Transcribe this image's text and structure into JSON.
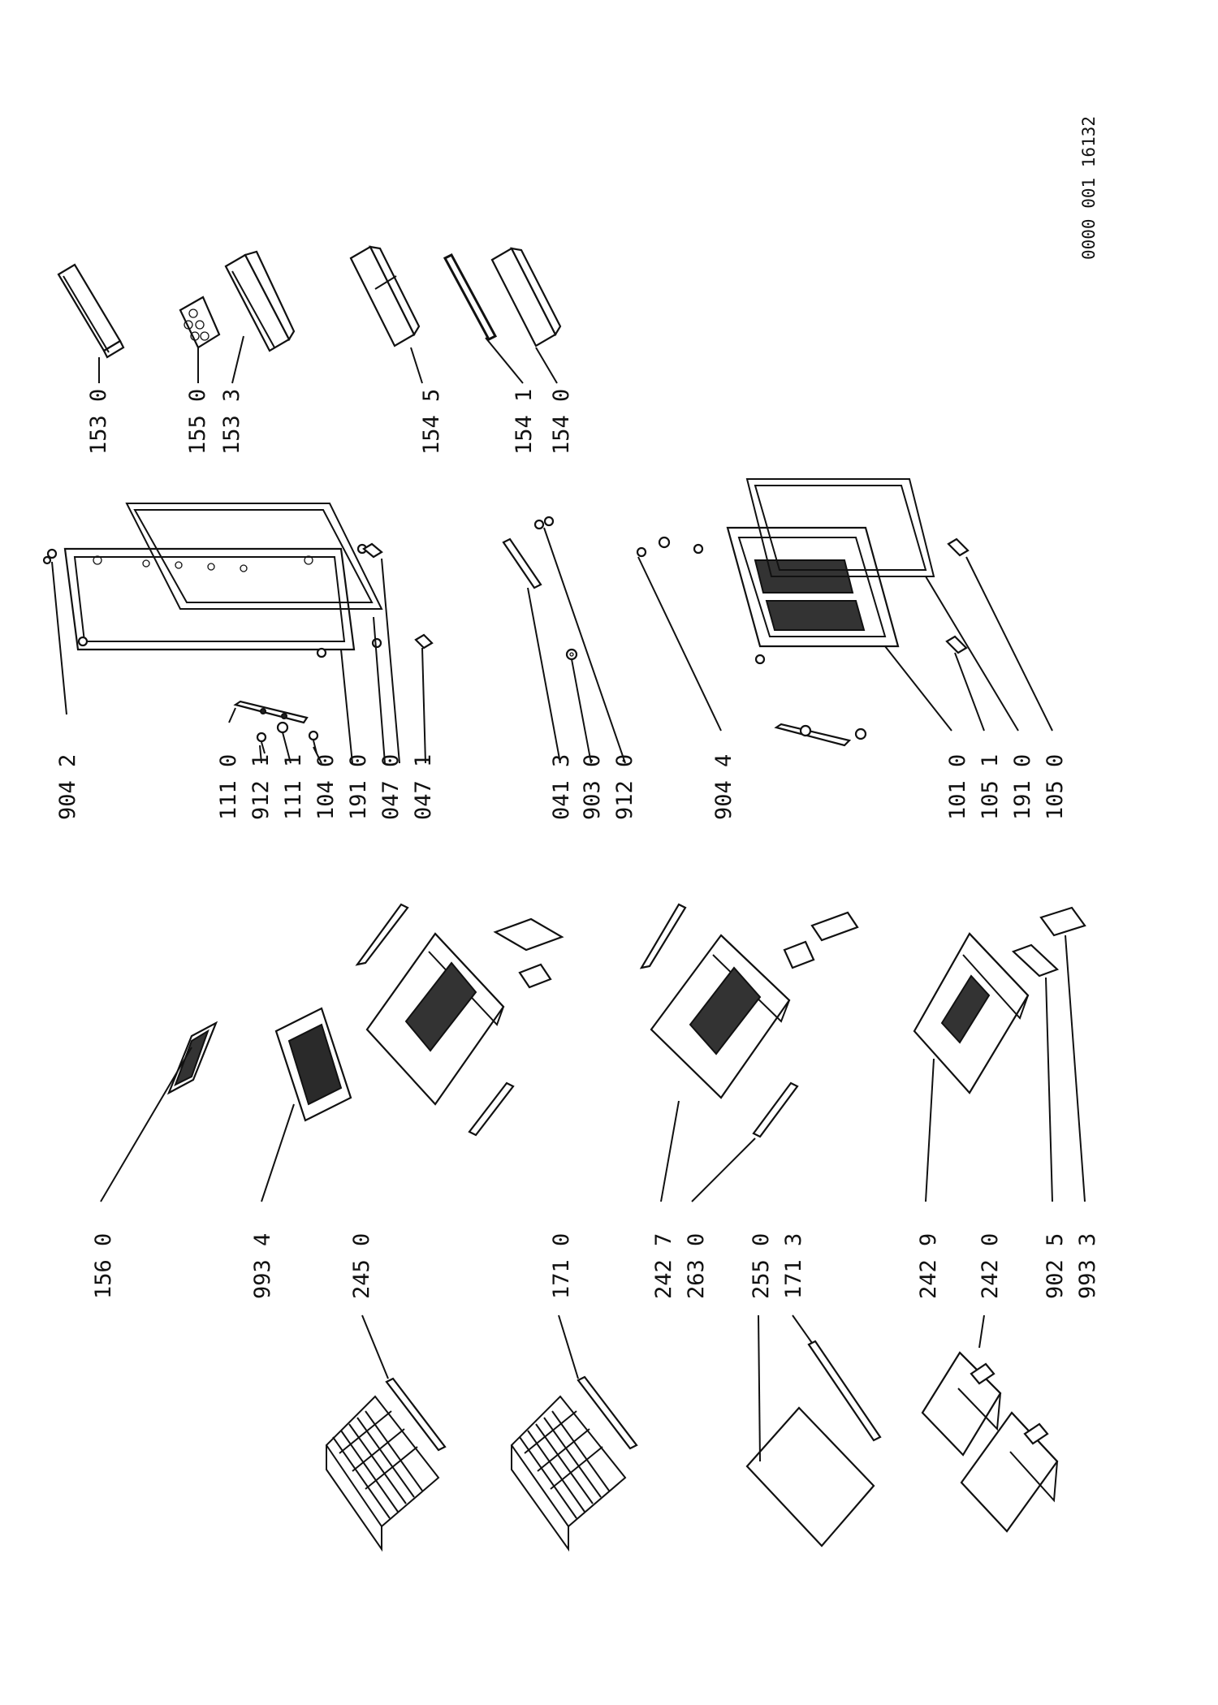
{
  "document": {
    "code": "0000 001 16132"
  },
  "labels": {
    "p1530": "153 0",
    "p1550": "155 0",
    "p1533": "153 3",
    "p1545": "154 5",
    "p1541": "154 1",
    "p1540": "154 0",
    "p9042": "904 2",
    "p1110": "111 0",
    "p9121": "912 1",
    "p1111": "111 1",
    "p1040": "104 0",
    "p1910a": "191 0",
    "p0470": "047 0",
    "p0471": "047 1",
    "p0413": "041 3",
    "p9030": "903 0",
    "p9120": "912 0",
    "p9044": "904 4",
    "p1010": "101 0",
    "p1051": "105 1",
    "p1910b": "191 0",
    "p1050": "105 0",
    "p1560": "156 0",
    "p9934": "993 4",
    "p2450": "245 0",
    "p1710": "171 0",
    "p2427": "242 7",
    "p2630": "263 0",
    "p2550": "255 0",
    "p1713": "171 3",
    "p2429": "242 9",
    "p2420": "242 0",
    "p9025": "902 5",
    "p9933": "993 3"
  }
}
